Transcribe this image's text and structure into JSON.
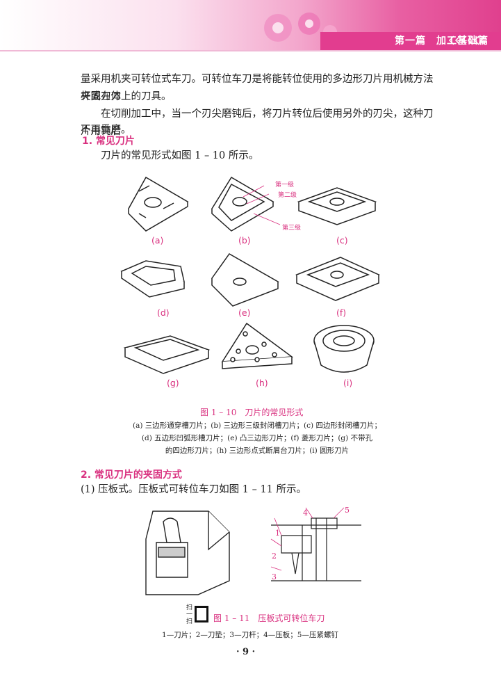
{
  "header": {
    "text": "第一篇　加工基础篇"
  },
  "body": {
    "p1_line1": "量采用机夹可转位式车刀。可转位车刀是将能转位使用的多边形刀片用机械方法夹固在刀",
    "p1_line2": "杆或刀体上的刀具。",
    "p2_line1": "在切削加工中，当一个刃尖磨钝后，将刀片转位后使用另外的刃尖，这种刀片用钝后",
    "p2_line2": "不再重磨。",
    "h1": "1. 常见刀片",
    "p3": "刀片的常见形式如图 1 – 10 所示。",
    "h2": "2. 常见刀片的夹固方式",
    "p4": "(1) 压板式。压板式可转位车刀如图 1 – 11 所示。"
  },
  "fig110": {
    "labels": [
      "(a)",
      "(b)",
      "(c)",
      "(d)",
      "(e)",
      "(f)",
      "(g)",
      "(h)",
      "(i)"
    ],
    "annotations": [
      "第一级",
      "第二级",
      "第三级"
    ],
    "caption": "图 1 – 10　刀片的常见形式",
    "sub1": "(a) 三边形通穿槽刀片；(b) 三边形三级封闭槽刀片；(c) 四边形封闭槽刀片；",
    "sub2": "(d) 五边形凹弧形槽刀片；(e) 凸三边形刀片；(f) 菱形刀片；(g) 不带孔",
    "sub3": "的四边形刀片；(h) 三边形点式断屑台刀片；(i) 圆形刀片"
  },
  "fig111": {
    "numbers": [
      "1",
      "2",
      "3",
      "4",
      "5"
    ],
    "qr_top": "扫",
    "qr_mid": "一",
    "qr_bot": "扫",
    "caption": "图 1 – 11　压板式可转位车刀",
    "sub": "1—刀片；2—刀垫；3—刀杆；4—压板；5—压紧螺钉"
  },
  "page": {
    "number": "· 9 ·"
  }
}
